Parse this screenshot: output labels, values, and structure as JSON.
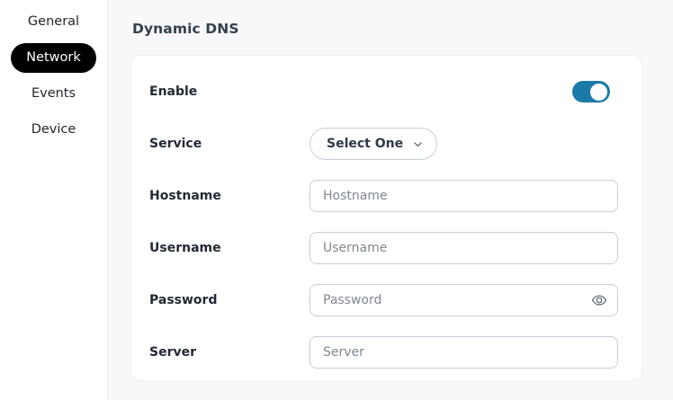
{
  "sidebar": {
    "items": [
      {
        "label": "General",
        "active": false
      },
      {
        "label": "Network",
        "active": true
      },
      {
        "label": "Events",
        "active": false
      },
      {
        "label": "Device",
        "active": false
      }
    ]
  },
  "main": {
    "panel_title": "Dynamic DNS",
    "rows": {
      "enable": {
        "label": "Enable"
      },
      "service": {
        "label": "Service",
        "selected": "Select One",
        "icon": "chevron-down-icon"
      },
      "hostname": {
        "label": "Hostname",
        "value": "",
        "placeholder": "Hostname"
      },
      "username": {
        "label": "Username",
        "value": "",
        "placeholder": "Username"
      },
      "password": {
        "label": "Password",
        "value": "",
        "placeholder": "Password",
        "icon": "eye-icon"
      },
      "server": {
        "label": "Server",
        "value": "",
        "placeholder": "Server"
      }
    },
    "toggle": {
      "state": "on",
      "on_color": "#1a7ba8",
      "knob_color": "#ffffff"
    }
  },
  "colors": {
    "page_background": "#f7f8fa",
    "card_background": "#ffffff",
    "sidebar_background": "#ffffff",
    "active_pill": "#000000",
    "active_pill_text": "#ffffff",
    "title_text": "#33404f",
    "label_text": "#222a35",
    "placeholder_text": "#7f8793",
    "input_border": "#c7ced8",
    "divider": "#e8eaee",
    "accent": "#1a7ba8"
  }
}
